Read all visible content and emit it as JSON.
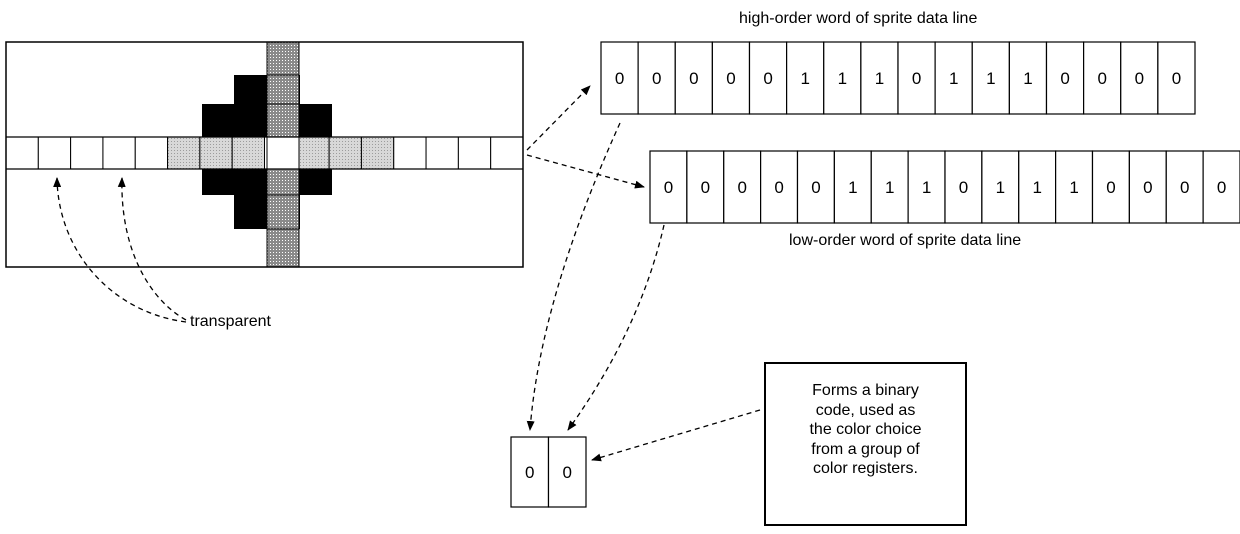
{
  "high_word": {
    "label": "high-order word of sprite data line",
    "bits": [
      "0",
      "0",
      "0",
      "0",
      "0",
      "1",
      "1",
      "1",
      "0",
      "1",
      "1",
      "1",
      "0",
      "0",
      "0",
      "0"
    ]
  },
  "low_word": {
    "label": "low-order word of sprite data line",
    "bits": [
      "0",
      "0",
      "0",
      "0",
      "0",
      "1",
      "1",
      "1",
      "0",
      "1",
      "1",
      "1",
      "0",
      "0",
      "0",
      "0"
    ]
  },
  "result_bits": [
    "0",
    "0"
  ],
  "transparent_label": "transparent",
  "note": "Forms a binary\ncode, used as\nthe color choice\nfrom a group of\ncolor registers.",
  "colors": {
    "black": "#000000",
    "medium_gray": "#9a9a9a",
    "light_gray": "#cfcfcf",
    "white": "#ffffff"
  }
}
